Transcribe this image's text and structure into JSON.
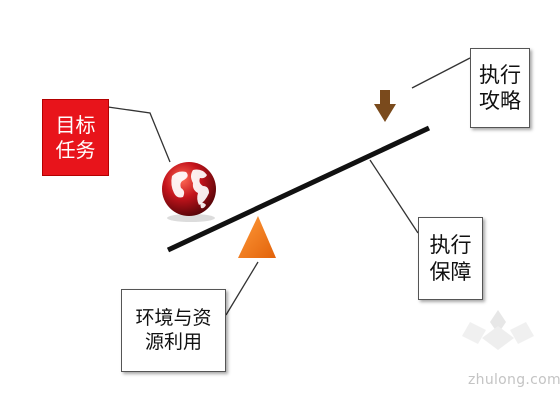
{
  "boxes": {
    "goal_task": {
      "line1": "目标",
      "line2": "任务"
    },
    "execution_strategy": {
      "line1": "执行",
      "line2": "攻略"
    },
    "execution_guarantee": {
      "line1": "执行",
      "line2": "保障"
    },
    "environment_resources": {
      "line1": "环境与资",
      "line2": "源利用"
    }
  },
  "watermark": "zhulong.com",
  "colors": {
    "goal_box": "#e8141b",
    "beam": "#111111",
    "fulcrum": "#f07d1a",
    "down_arrow": "#7a4a1c",
    "globe": "#b3161d"
  }
}
